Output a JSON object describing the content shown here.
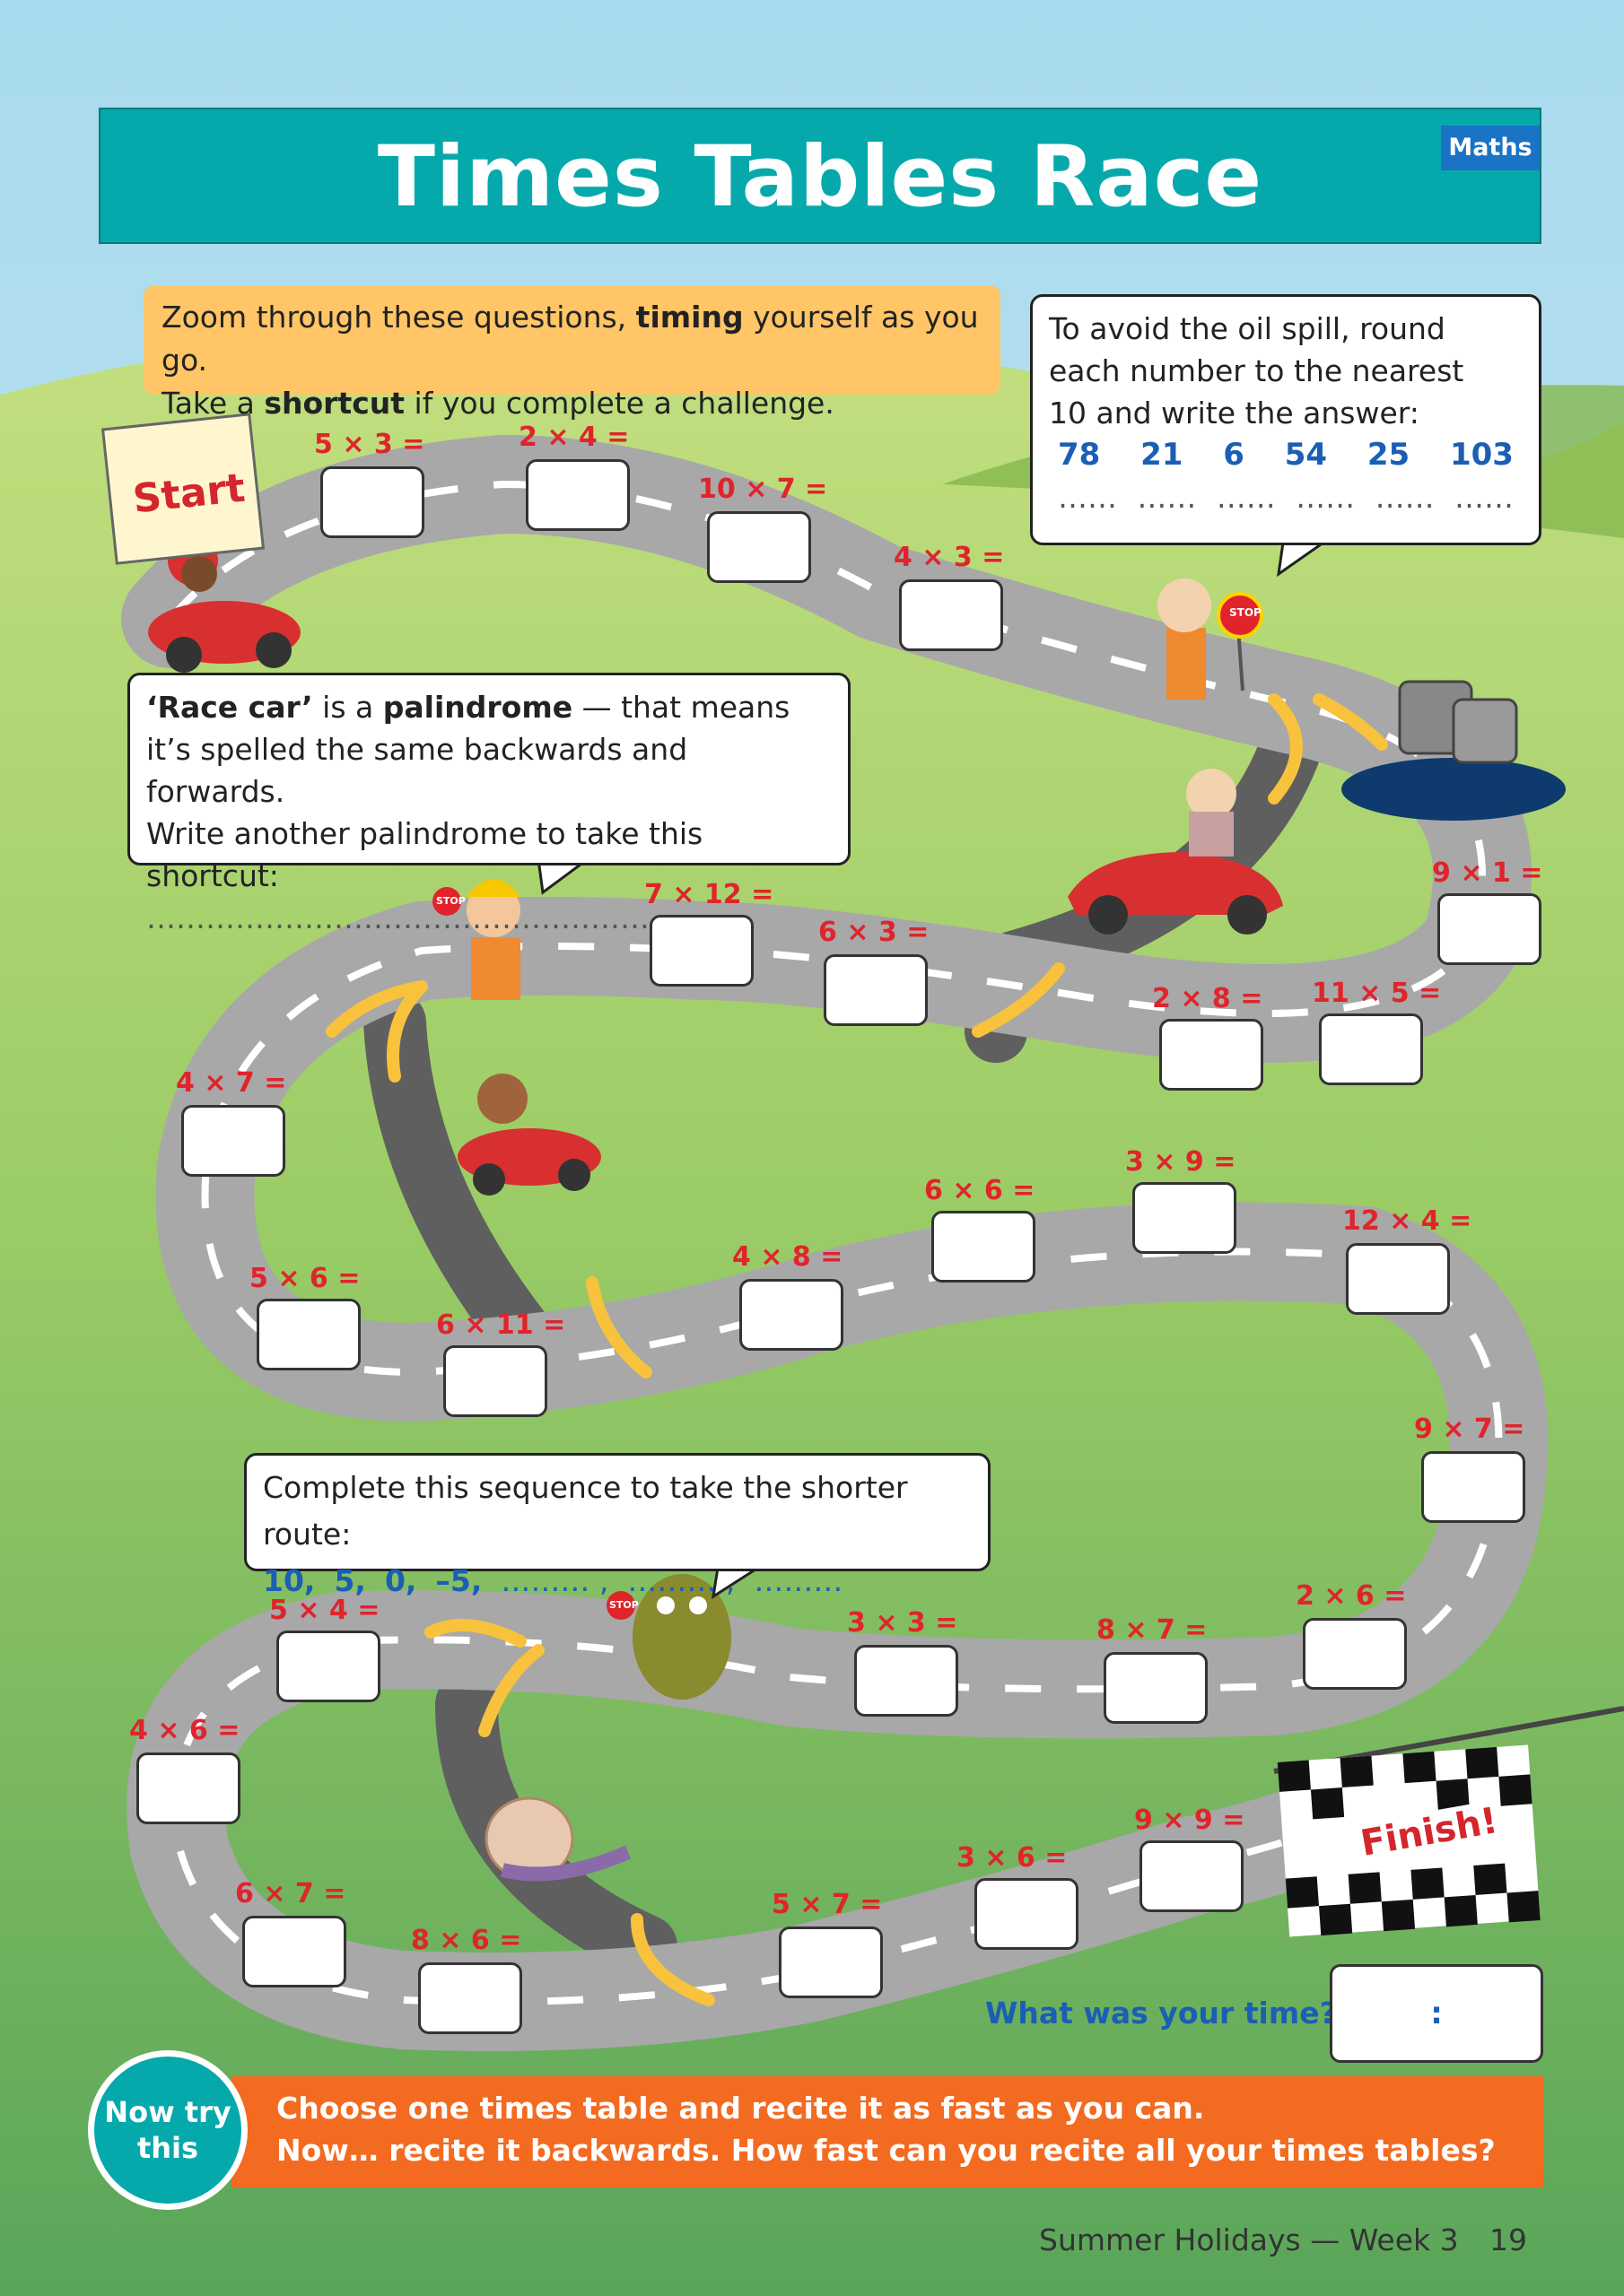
{
  "header": {
    "title": "Times Tables Race",
    "subject_badge": "Maths"
  },
  "intro": {
    "line1_pre": "Zoom through these questions, ",
    "line1_bold": "timing",
    "line1_post": " yourself as you go.",
    "line2_pre": "Take a ",
    "line2_bold": "shortcut",
    "line2_post": " if you complete a challenge."
  },
  "oil_challenge": {
    "line1": "To avoid the oil spill, round",
    "line2": "each number to the nearest",
    "line3": "10 and write the answer:",
    "numbers": [
      "78",
      "21",
      "6",
      "54",
      "25",
      "103"
    ],
    "blank": "……"
  },
  "palindrome_challenge": {
    "term1": "‘Race car’",
    "text1": " is a ",
    "term2": "palindrome",
    "text2": " — that means",
    "line2": "it’s spelled the same backwards and forwards.",
    "line3": "Write another palindrome to take this shortcut:",
    "blank": "……………………………………………"
  },
  "sequence_challenge": {
    "instruction": "Complete this sequence to take the shorter route:",
    "terms": [
      "10,",
      "5,",
      "0,",
      "–5,"
    ],
    "blanks": [
      "……… ,",
      "……… ,",
      "………"
    ]
  },
  "questions": [
    "5 × 3 =",
    "2 × 4 =",
    "10 × 7 =",
    "4 × 3 =",
    "9 × 1 =",
    "11 × 5 =",
    "2 × 8 =",
    "6 × 3 =",
    "7 × 12 =",
    "4 × 7 =",
    "5 × 6 =",
    "6 × 11 =",
    "4 × 8 =",
    "6 × 6 =",
    "3 × 9 =",
    "12 × 4 =",
    "9 × 7 =",
    "2 × 6 =",
    "8 × 7 =",
    "3 × 3 =",
    "5 × 4 =",
    "4 × 6 =",
    "6 × 7 =",
    "8 × 6 =",
    "5 × 7 =",
    "3 × 6 =",
    "9 × 9 ="
  ],
  "signs": {
    "start": "Start",
    "finish": "Finish!",
    "stop": "STOP"
  },
  "time_question": {
    "label": "What was your time?",
    "separator": ":"
  },
  "now_try": {
    "badge_line1": "Now try",
    "badge_line2": "this",
    "line1": "Choose one times table and recite it as fast as you can.",
    "line2": "Now… recite it backwards.  How fast can you recite all your times tables?"
  },
  "footer": {
    "text": "Summer Holidays — Week 3",
    "page": "19"
  },
  "icons": [
    "start-sign",
    "race-car-boy",
    "lollipop-lady",
    "oil-barrels",
    "grandma-car",
    "construction-worker",
    "dog-car",
    "green-monster",
    "snail",
    "chequered-flag"
  ],
  "colors": {
    "sky": "#a8dcef",
    "grass": "#9cc95c",
    "road": "#a8a8a8",
    "teal": "#06a9ab",
    "question_red": "#e0242c",
    "answer_blue": "#1a5fb4",
    "orange": "#f36b21"
  }
}
